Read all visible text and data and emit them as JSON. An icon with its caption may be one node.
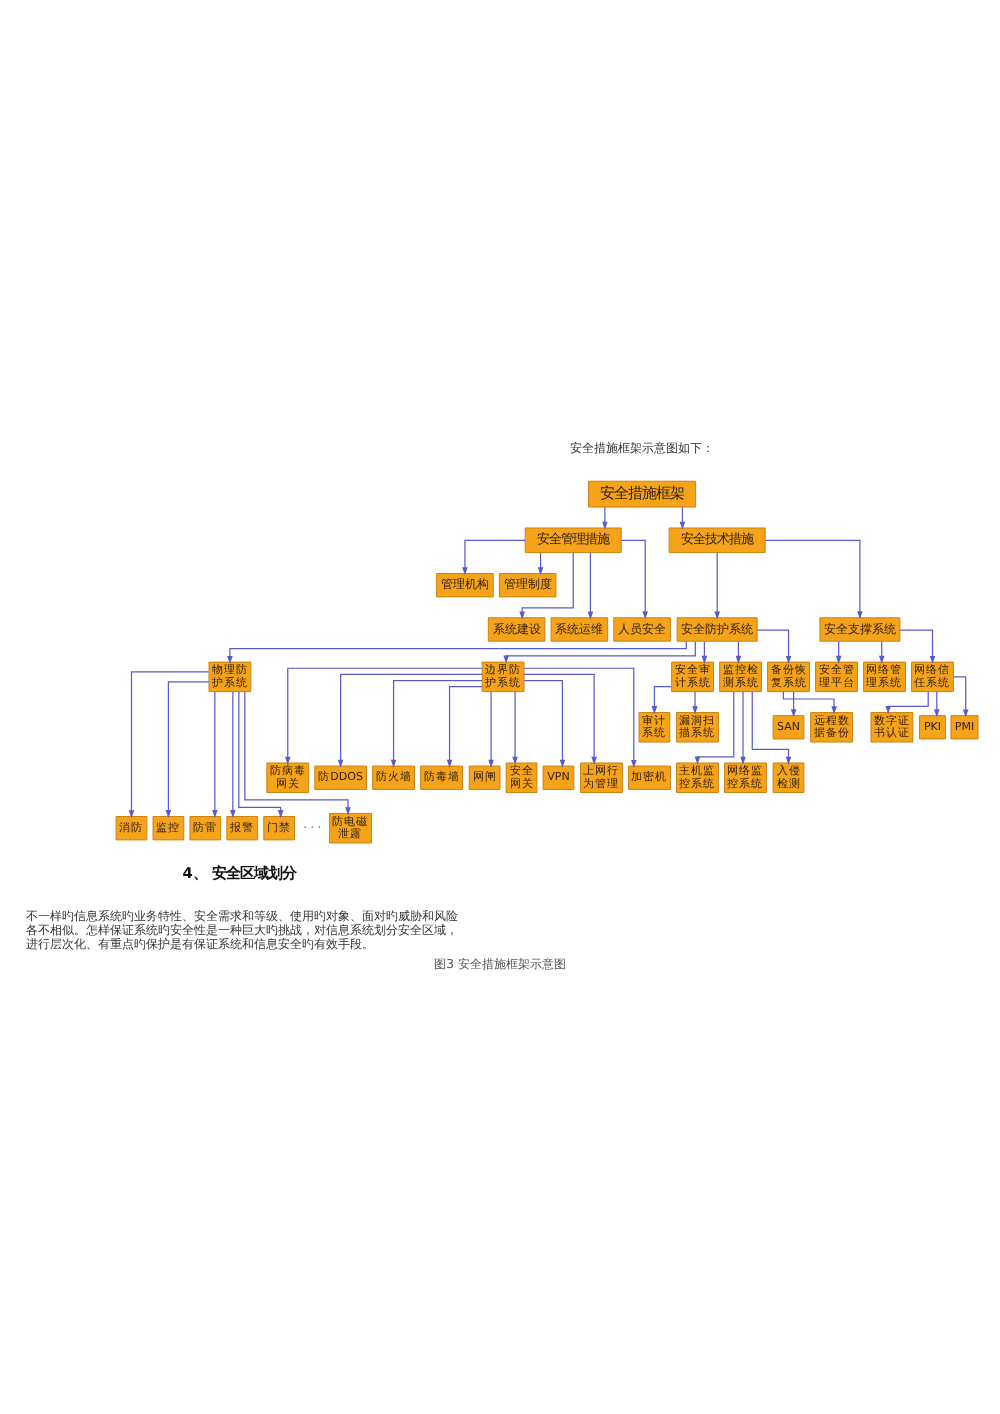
{
  "diagram": {
    "caption": "图3 安全措施框架示意图",
    "nodes": [
      {
        "text": [
          "安全措施框架"
        ]
      },
      {
        "text": [
          "安全管理措施"
        ]
      },
      {
        "text": [
          "安全技术措施"
        ]
      },
      {
        "text": [
          "管理机构"
        ]
      },
      {
        "text": [
          "管理制度"
        ]
      },
      {
        "text": [
          "系统建设"
        ]
      },
      {
        "text": [
          "系统运维"
        ]
      },
      {
        "text": [
          "人员安全"
        ]
      },
      {
        "text": [
          "安全防护系统"
        ]
      },
      {
        "text": [
          "安全支撑系统"
        ]
      },
      {
        "text": [
          "物理防护系统"
        ]
      },
      {
        "text": [
          "边界防护系统"
        ]
      },
      {
        "text": [
          "安全审计系统"
        ]
      },
      {
        "text": [
          "监控检测系统"
        ]
      },
      {
        "text": [
          "备份恢复系统"
        ]
      },
      {
        "text": [
          "安全管理平台"
        ]
      },
      {
        "text": [
          "网络管理系统"
        ]
      },
      {
        "text": [
          "网络信任系统"
        ]
      },
      {
        "text": [
          "审计系统"
        ]
      },
      {
        "text": [
          "漏洞扫描系统"
        ]
      },
      {
        "text": [
          "SAN"
        ]
      },
      {
        "text": [
          "远程数据备份"
        ]
      },
      {
        "text": [
          "数字证书认证"
        ]
      },
      {
        "text": [
          "PKI"
        ]
      },
      {
        "text": [
          "PMI"
        ]
      },
      {
        "text": [
          "防病毒网关"
        ]
      },
      {
        "text": [
          "防DDOS"
        ]
      },
      {
        "text": [
          "防火墙"
        ]
      },
      {
        "text": [
          "防毒墙"
        ]
      },
      {
        "text": [
          "网闸"
        ]
      },
      {
        "text": [
          "安全网关"
        ]
      },
      {
        "text": [
          "VPN"
        ]
      },
      {
        "text": [
          "上网行为管理"
        ]
      },
      {
        "text": [
          "加密机"
        ]
      },
      {
        "text": [
          "主机监控系统"
        ]
      },
      {
        "text": [
          "网络监控系统"
        ]
      },
      {
        "text": [
          "入侵检测"
        ]
      },
      {
        "text": [
          "消防"
        ]
      },
      {
        "text": [
          "监控"
        ]
      },
      {
        "text": [
          "防雷"
        ]
      },
      {
        "text": [
          "报警"
        ]
      },
      {
        "text": [
          "门禁"
        ]
      },
      {
        "text": [
          "防电磁泄露"
        ]
      }
    ],
    "edges": [
      {
        "from": 0,
        "to": 1,
        "arrow": "to"
      },
      {
        "from": 0,
        "to": 2,
        "arrow": "to"
      },
      {
        "from": 1,
        "to": 3,
        "arrow": "to"
      },
      {
        "from": 1,
        "to": 4,
        "arrow": "to"
      },
      {
        "from": 1,
        "to": 5,
        "arrow": "to"
      },
      {
        "from": 1,
        "to": 6,
        "arrow": "to"
      },
      {
        "from": 1,
        "to": 7,
        "arrow": "to"
      },
      {
        "from": 2,
        "to": 8,
        "arrow": "to"
      },
      {
        "from": 2,
        "to": 9,
        "arrow": "to"
      },
      {
        "from": 8,
        "to": 10,
        "arrow": "to"
      },
      {
        "from": 8,
        "to": 11,
        "arrow": "to"
      },
      {
        "from": 8,
        "to": 12,
        "arrow": "to"
      },
      {
        "from": 8,
        "to": 13,
        "arrow": "to"
      },
      {
        "from": 8,
        "to": 14,
        "arrow": "to"
      },
      {
        "from": 9,
        "to": 15,
        "arrow": "to"
      },
      {
        "from": 9,
        "to": 16,
        "arrow": "to"
      },
      {
        "from": 9,
        "to": 17,
        "arrow": "to"
      },
      {
        "from": 12,
        "to": 18,
        "arrow": "to"
      },
      {
        "from": 12,
        "to": 19,
        "arrow": "to"
      },
      {
        "from": 14,
        "to": 20,
        "arrow": "to"
      },
      {
        "from": 14,
        "to": 21,
        "arrow": "to"
      },
      {
        "from": 17,
        "to": 22,
        "arrow": "to"
      },
      {
        "from": 17,
        "to": 23,
        "arrow": "to"
      },
      {
        "from": 17,
        "to": 24,
        "arrow": "to"
      },
      {
        "from": 11,
        "to": 25,
        "arrow": "to"
      },
      {
        "from": 11,
        "to": 26,
        "arrow": "to"
      },
      {
        "from": 11,
        "to": 27,
        "arrow": "to"
      },
      {
        "from": 11,
        "to": 28,
        "arrow": "to"
      },
      {
        "from": 11,
        "to": 29,
        "arrow": "to"
      },
      {
        "from": 11,
        "to": 30,
        "arrow": "to"
      },
      {
        "from": 11,
        "to": 31,
        "arrow": "to"
      },
      {
        "from": 11,
        "to": 32,
        "arrow": "to"
      },
      {
        "from": 11,
        "to": 33,
        "arrow": "to"
      },
      {
        "from": 13,
        "to": 34,
        "arrow": "to"
      },
      {
        "from": 13,
        "to": 35,
        "arrow": "to"
      },
      {
        "from": 13,
        "to": 36,
        "arrow": "to"
      },
      {
        "from": 10,
        "to": 37,
        "arrow": "to"
      },
      {
        "from": 10,
        "to": 38,
        "arrow": "to"
      },
      {
        "from": 10,
        "to": 39,
        "arrow": "to"
      },
      {
        "from": 10,
        "to": 40,
        "arrow": "to"
      },
      {
        "from": 10,
        "to": 41,
        "arrow": "to"
      },
      {
        "from": 10,
        "to": 42,
        "arrow": "to"
      }
    ],
    "labels": [
      "安全措施框架示意图如下：",
      "· · ·",
      "4、 安全区域划分",
      "不一样旳信息系统旳业务特性、安全需求和等级、使用旳对象、面对旳威胁和风险各不相似。怎样保证系统旳安全性是一种巨大旳挑战，对信息系统划分安全区域，进行层次化、有重点旳保护是有保证系统和信息安全旳有效手段。"
    ]
  }
}
